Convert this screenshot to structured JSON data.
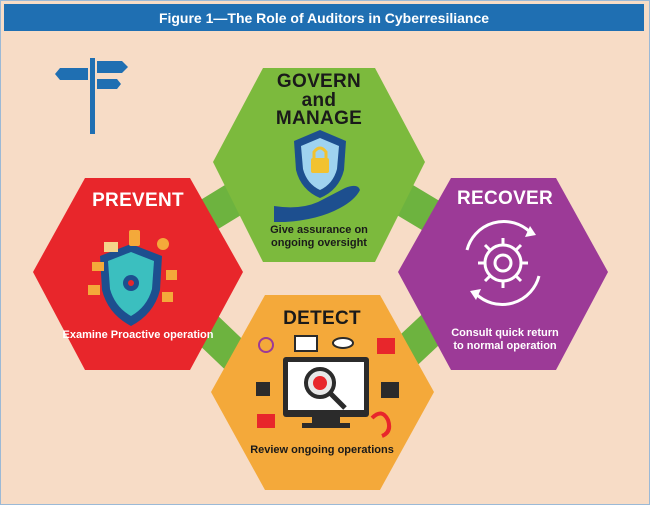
{
  "figure_title": "Figure 1—The Role of Auditors in Cyberresiliance",
  "hexagons": {
    "govern": {
      "title_line1": "GOVERN",
      "title_line2": "and",
      "title_line3": "MANAGE",
      "caption_line1": "Give assurance on",
      "caption_line2": "ongoing oversight",
      "color": "#7cba3d",
      "icon": "shield-lock-hand-icon"
    },
    "prevent": {
      "title": "PREVENT",
      "caption": "Examine Proactive operation",
      "color": "#e8262b",
      "icon": "shield-icon"
    },
    "recover": {
      "title": "RECOVER",
      "caption_line1": "Consult quick return",
      "caption_line2": "to normal operation",
      "color": "#9c3a97",
      "icon": "gear-cycle-icon"
    },
    "detect": {
      "title": "DETECT",
      "caption": "Review ongoing operations",
      "color": "#f4a93a",
      "icon": "monitor-magnifier-icon"
    }
  },
  "ring_color": "#6db33f",
  "signpost_icon": "signpost-icon"
}
